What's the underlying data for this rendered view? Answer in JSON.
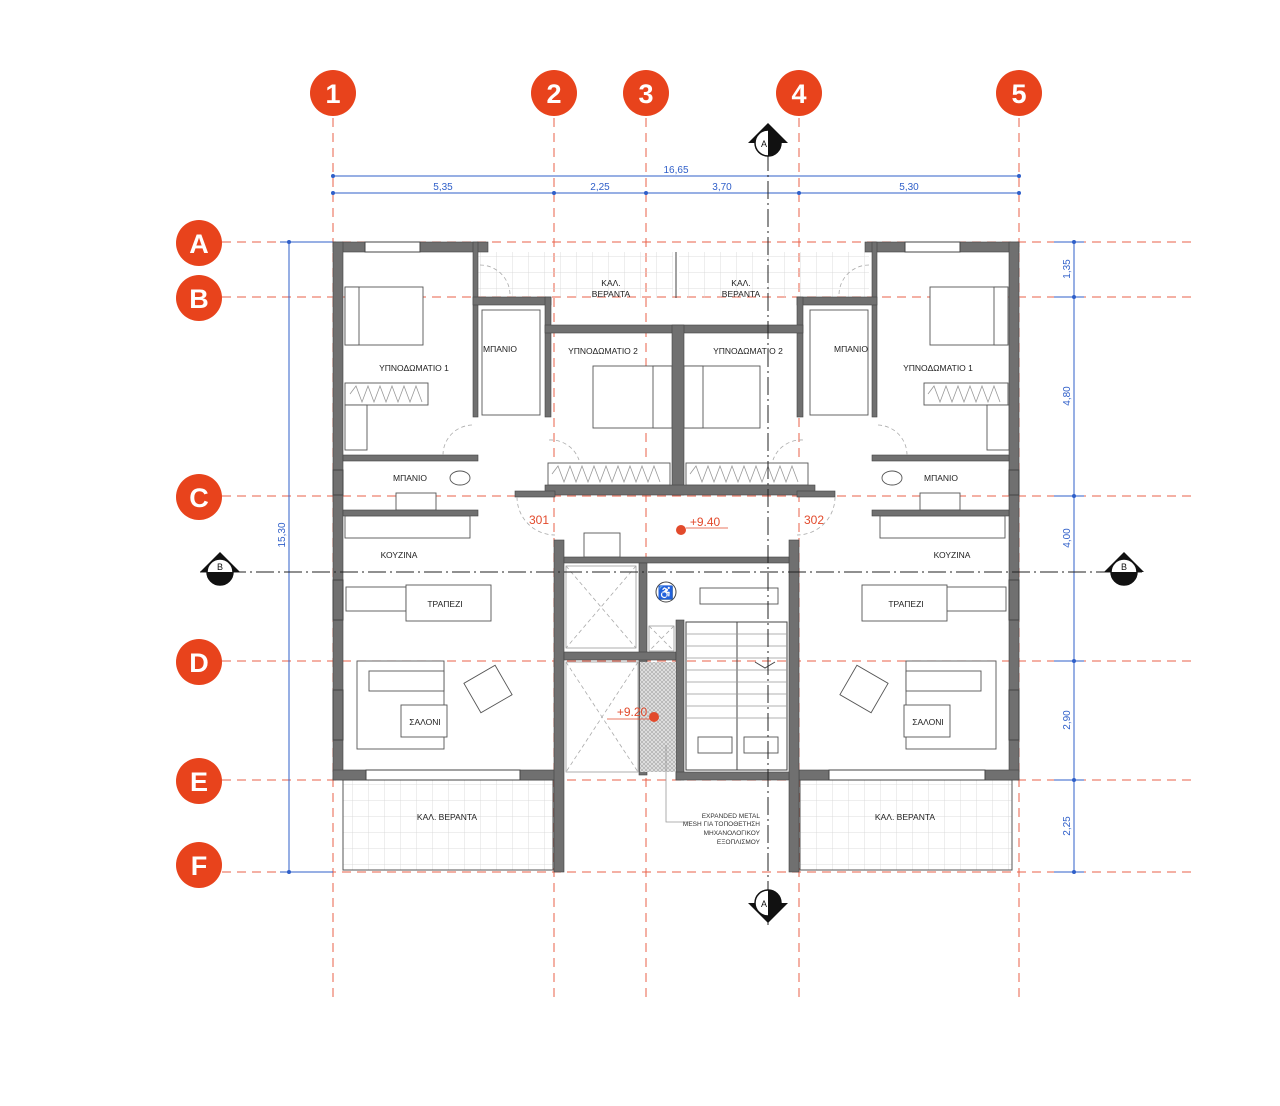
{
  "grid": {
    "columns": [
      "1",
      "2",
      "3",
      "4",
      "5"
    ],
    "rows": [
      "A",
      "B",
      "C",
      "D",
      "E",
      "F"
    ],
    "color": "#e8431c"
  },
  "dimensions": {
    "total_width": "16,65",
    "column_spans": [
      "5,35",
      "2,25",
      "3,70",
      "5,30"
    ],
    "total_depth": "15,30",
    "row_spans": [
      "1,35",
      "4,80",
      "4,00",
      "2,90",
      "2,25"
    ],
    "color": "#2f5fc9"
  },
  "sections": {
    "a": "A",
    "b": "B"
  },
  "rooms": {
    "veranda_top_line1": "ΚΑΛ.",
    "veranda_top_line2": "ΒΕΡΑΝΤΑ",
    "bedroom1": "ΥΠΝΟΔΩΜΑΤΙΟ 1",
    "bedroom2": "ΥΠΝΟΔΩΜΑΤΙΟ 2",
    "bathroom": "ΜΠΑΝΙΟ",
    "kitchen": "ΚΟΥΖΙΝΑ",
    "dining": "ΤΡΑΠΕΖΙ",
    "living": "ΣΑΛΟΝΙ",
    "veranda_bottom": "ΚΑΛ. ΒΕΡΑΝΤΑ"
  },
  "units": {
    "left": "301",
    "right": "302"
  },
  "levels": {
    "landing": "+9.40",
    "shaft": "+9.20"
  },
  "note": [
    "EXPANDED METAL",
    "MESH ΓΙΑ ΤΟΠΟΘΕΤΗΣΗ",
    "ΜΗΧΑΝΟΛΟΓΙΚΟΥ",
    "ΕΞΟΠΛΙΣΜΟΥ"
  ]
}
